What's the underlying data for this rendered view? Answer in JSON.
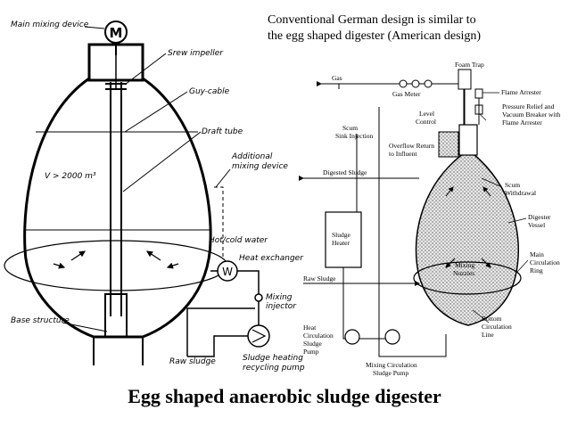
{
  "caption": {
    "line1": "Conventional German design is similar to",
    "line2": "the egg shaped digester (American design)"
  },
  "title": "Egg shaped anaerobic sludge digester",
  "left_diagram": {
    "motor_symbol": "M",
    "labels": {
      "main_mixing_device": "Main mixing device",
      "screw_impeller": "Srew impeller",
      "guy_cable": "Guy-cable",
      "draft_tube": "Draft tube",
      "volume": "V > 2000 m³",
      "additional_mixing_1": "Additional",
      "additional_mixing_2": "mixing device",
      "hot_cold_water": "Hot/cold water",
      "heat_exchanger": "Heat exchanger",
      "heat_exchanger_symbol": "W",
      "mixing_injector_1": "Mixing",
      "mixing_injector_2": "injector",
      "base_structure": "Base structure",
      "raw_sludge": "Raw sludge",
      "pump_1": "Sludge heating",
      "pump_2": "recycling pump"
    }
  },
  "right_diagram": {
    "labels": {
      "gas": "Gas",
      "foam_trap": "Foam Trap",
      "gas_meter": "Gas Meter",
      "flame_arrester": "Flame Arrester",
      "prv_1": "Pressure Relief and",
      "prv_2": "Vacuum Breaker with",
      "prv_3": "Flame Arrester",
      "level_1": "Level",
      "level_2": "Control",
      "scum_sink_1": "Scum",
      "scum_sink_2": "Sink Injection",
      "overflow_1": "Overflow Return",
      "overflow_2": "to Influent",
      "digested_sludge": "Digested Sludge",
      "scum_withdrawal_1": "Scum",
      "scum_withdrawal_2": "Withdrawal",
      "digester_vessel_1": "Digester",
      "digester_vessel_2": "Vessel",
      "sludge_heater_1": "Sludge",
      "sludge_heater_2": "Heater",
      "main_circ_1": "Main",
      "main_circ_2": "Circulation",
      "main_circ_3": "Ring",
      "mixing_nozzles_1": "Mixing",
      "mixing_nozzles_2": "Nozzles",
      "raw_sludge": "Raw Sludge",
      "bottom_circ_1": "Bottom",
      "bottom_circ_2": "Circulation",
      "bottom_circ_3": "Line",
      "heat_circ_1": "Heat",
      "heat_circ_2": "Circulation",
      "heat_circ_3": "Sludge",
      "heat_circ_4": "Pump",
      "mixing_circ_1": "Mixing Circulation",
      "mixing_circ_2": "Sludge Pump"
    }
  }
}
